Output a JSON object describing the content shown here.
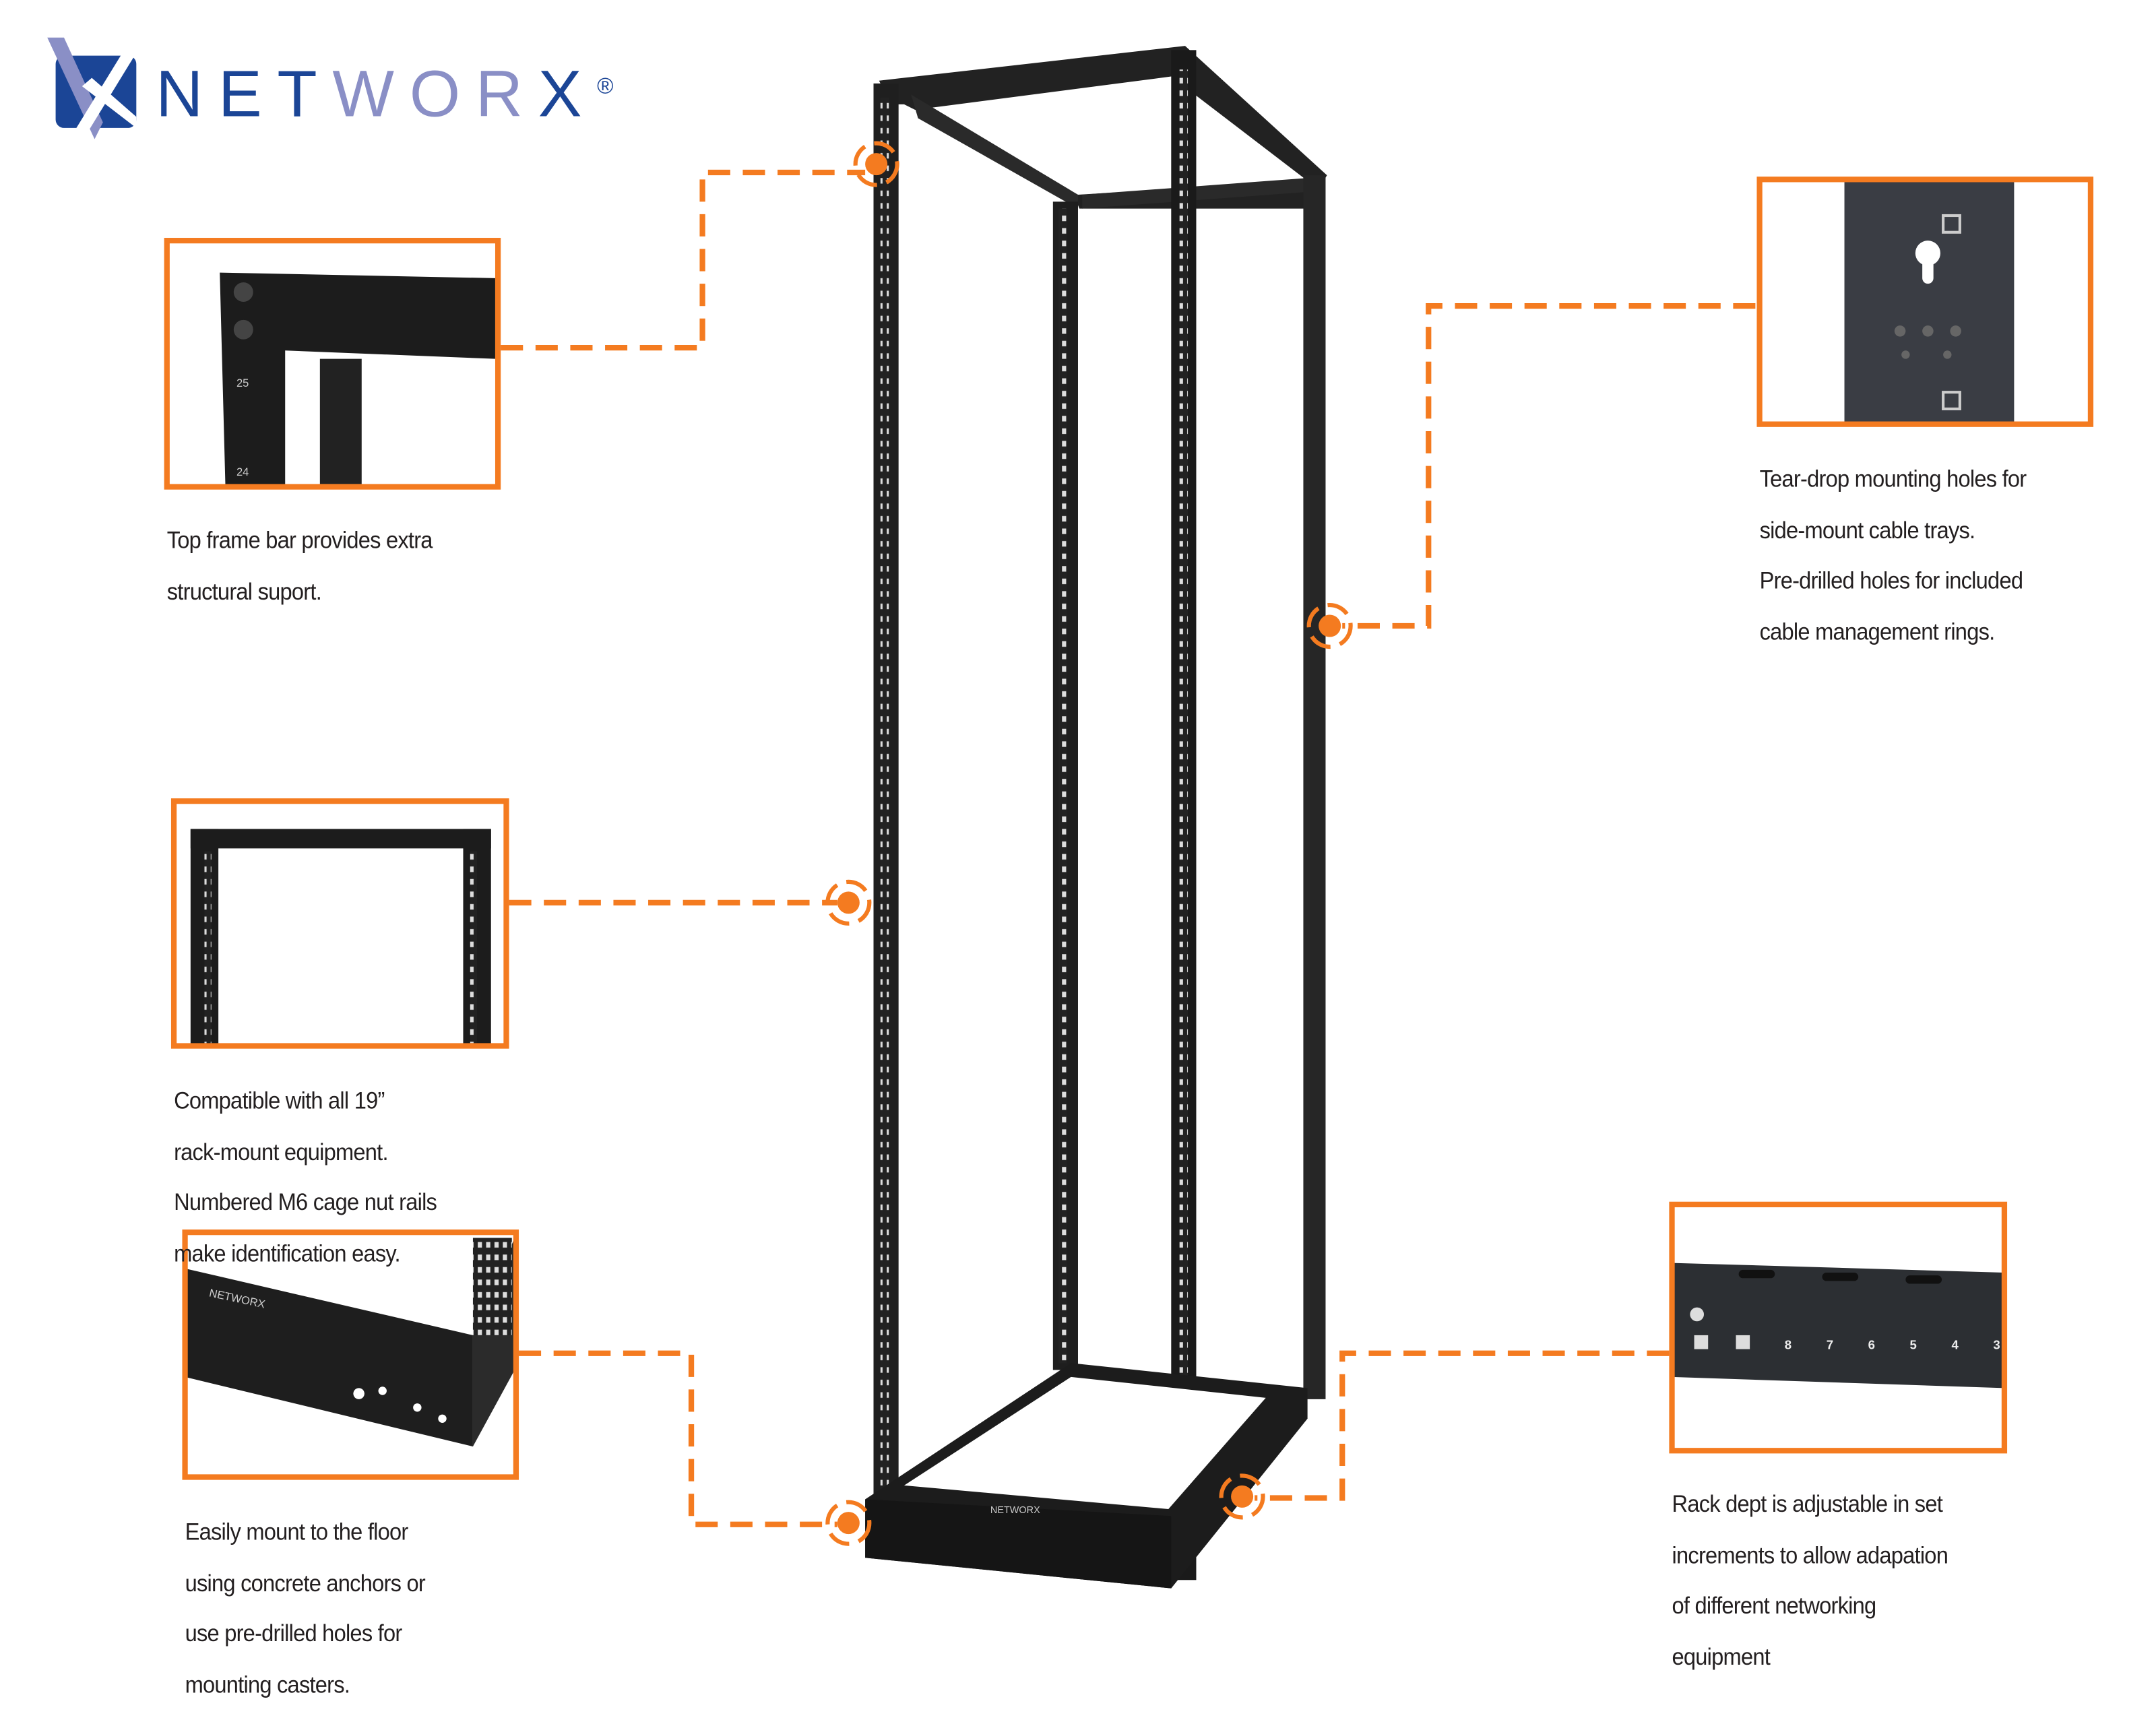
{
  "brand": {
    "name_part1": "NET",
    "name_part2": "WOR",
    "name_part3": "X",
    "registered": "®",
    "colors": {
      "primary": "#1b4596",
      "secondary": "#8a8fc6"
    }
  },
  "accent_color": "#f47b20",
  "callouts": [
    {
      "id": "top-frame",
      "lines": [
        "Top frame bar provides extra",
        "structural suport."
      ]
    },
    {
      "id": "tear-drop",
      "lines": [
        "Tear-drop mounting holes for",
        "side-mount cable trays.",
        "Pre-drilled holes for included",
        "cable management rings."
      ]
    },
    {
      "id": "compatible",
      "lines": [
        "Compatible with all 19”",
        "rack-mount equipment.",
        "Numbered M6 cage nut rails",
        "make identification easy."
      ]
    },
    {
      "id": "floor-mount",
      "lines": [
        "Easily mount to the floor",
        "using concrete anchors or",
        "use pre-drilled holes for",
        "mounting casters."
      ]
    },
    {
      "id": "rack-depth",
      "lines": [
        "Rack dept is adjustable in set",
        "increments to allow adapation",
        "of different networking",
        "equipment"
      ]
    }
  ],
  "inset_labels": {
    "rail_numbers_top": [
      "25",
      "24"
    ],
    "depth_numbers": [
      "8",
      "7",
      "6",
      "5",
      "4",
      "3"
    ],
    "base_logo": "NETWORX"
  }
}
